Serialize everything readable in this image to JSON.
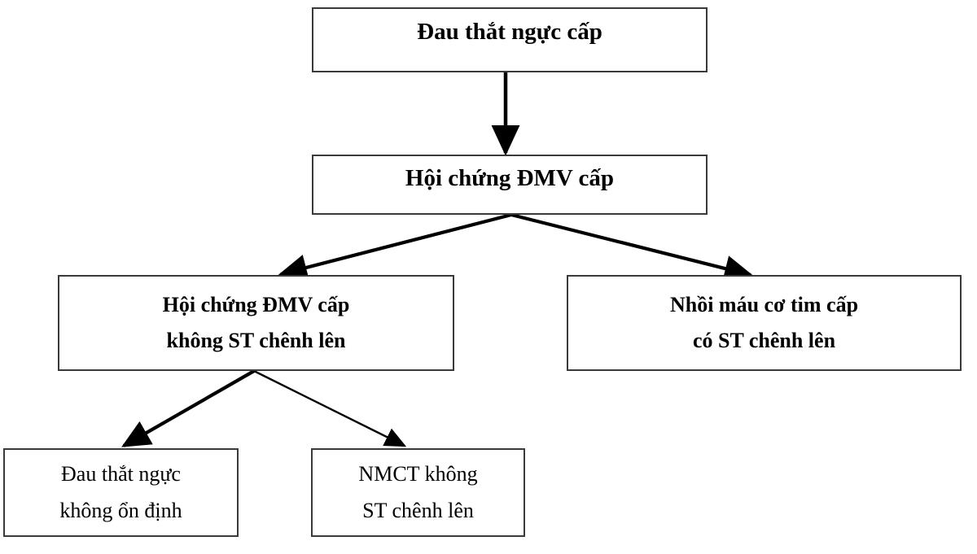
{
  "diagram": {
    "title_text": "",
    "type": "flowchart",
    "orientation": "top-down",
    "language": "vi",
    "colors": {
      "background": "#ffffff",
      "box_border": "#3a3a3a",
      "arrow": "#000000",
      "text": "#000000"
    },
    "nodes": [
      {
        "id": "acute-chest-pain",
        "lines": [
          "Đau thắt ngực cấp"
        ],
        "emphasis": "bold"
      },
      {
        "id": "acs",
        "lines": [
          "Hội chứng ĐMV cấp"
        ],
        "emphasis": "bold"
      },
      {
        "id": "nste-acs",
        "lines": [
          "Hội chứng ĐMV cấp",
          "không ST chênh lên"
        ],
        "emphasis": "bold"
      },
      {
        "id": "stemi",
        "lines": [
          "Nhồi máu cơ tim cấp",
          "có ST chênh lên"
        ],
        "emphasis": "bold"
      },
      {
        "id": "unstable-angina",
        "lines": [
          "Đau thắt ngực",
          "không ổn định"
        ],
        "emphasis": "regular"
      },
      {
        "id": "nstemi",
        "lines": [
          "NMCT không",
          "ST chênh lên"
        ],
        "emphasis": "regular"
      }
    ],
    "edges": [
      {
        "id": "edge-chestpain-to-acs",
        "from": "acute-chest-pain",
        "to": "acs",
        "label": ""
      },
      {
        "id": "edge-acs-to-nsteacs",
        "from": "acs",
        "to": "nste-acs",
        "label": ""
      },
      {
        "id": "edge-acs-to-stemi",
        "from": "acs",
        "to": "stemi",
        "label": ""
      },
      {
        "id": "edge-nsteacs-to-ua",
        "from": "nste-acs",
        "to": "unstable-angina",
        "label": ""
      },
      {
        "id": "edge-nsteacs-to-nstemi",
        "from": "nste-acs",
        "to": "nstemi",
        "label": ""
      }
    ]
  }
}
